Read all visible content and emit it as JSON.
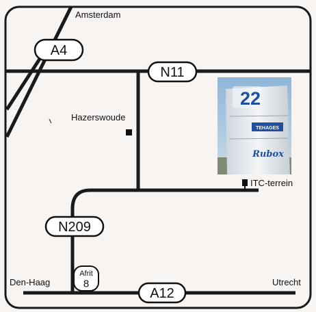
{
  "places": {
    "amsterdam": "Amsterdam",
    "hazerswoude": "Hazerswoude",
    "itc_terrein": "ITC-terrein",
    "den_haag": "Den-Haag",
    "utrecht": "Utrecht"
  },
  "roads": {
    "a4": "A4",
    "n11": "N11",
    "n209": "N209",
    "a12": "A12"
  },
  "exit": {
    "name": "Afrit",
    "number": "8"
  },
  "building_sign": {
    "number": "22",
    "tenant_1": "TEHAGES",
    "tenant_2": "Rubox"
  },
  "colors": {
    "road": "#1a1a1a",
    "background": "#f7f4f2",
    "sign_blue": "#1f4fa0"
  }
}
